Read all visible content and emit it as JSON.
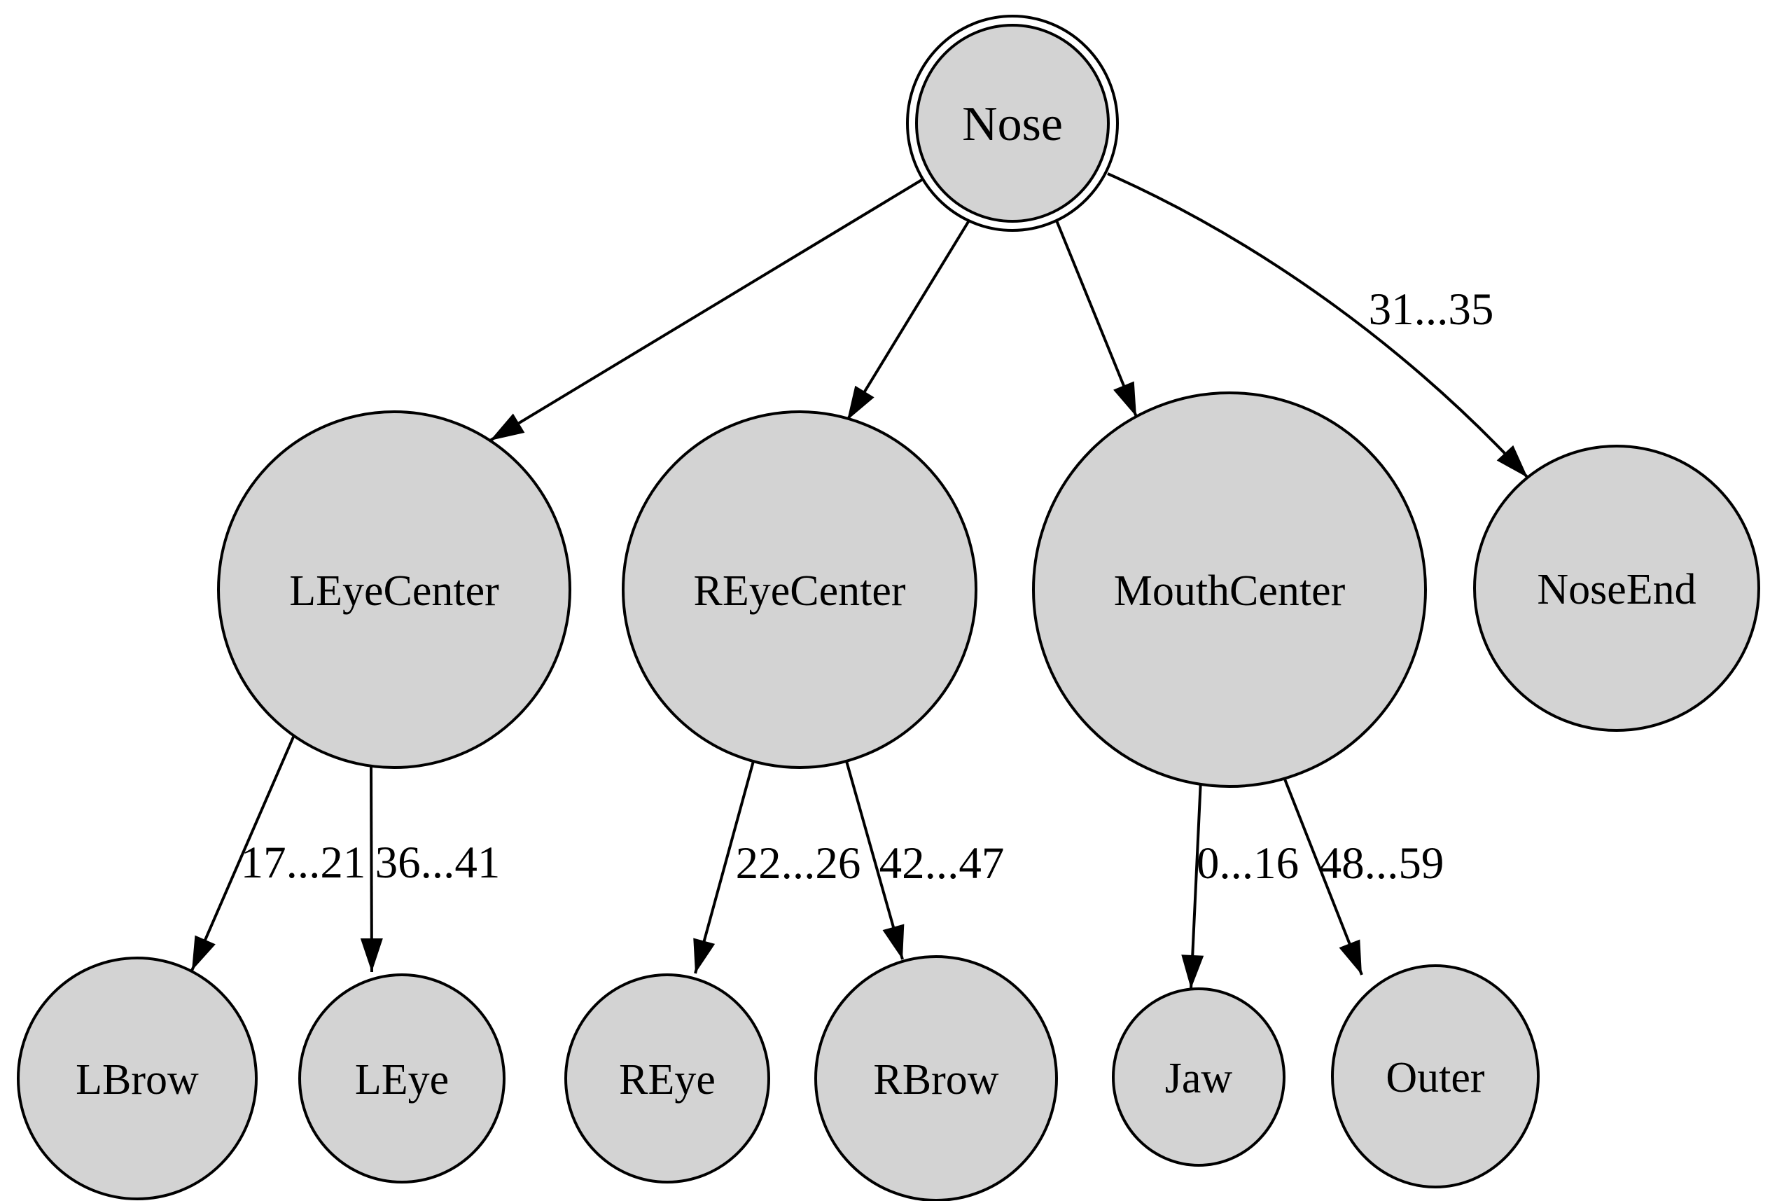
{
  "diagram": {
    "type": "tree",
    "background": "#ffffff",
    "node_fill": "#d3d3d3",
    "node_stroke": "#000000",
    "edge_color": "#000000",
    "nodes": [
      {
        "id": "Nose",
        "label": "Nose",
        "shape": "doublecircle"
      },
      {
        "id": "LEyeCenter",
        "label": "LEyeCenter",
        "shape": "circle"
      },
      {
        "id": "REyeCenter",
        "label": "REyeCenter",
        "shape": "circle"
      },
      {
        "id": "MouthCenter",
        "label": "MouthCenter",
        "shape": "circle"
      },
      {
        "id": "NoseEnd",
        "label": "NoseEnd",
        "shape": "circle"
      },
      {
        "id": "LBrow",
        "label": "LBrow",
        "shape": "circle"
      },
      {
        "id": "LEye",
        "label": "LEye",
        "shape": "circle"
      },
      {
        "id": "REye",
        "label": "REye",
        "shape": "circle"
      },
      {
        "id": "RBrow",
        "label": "RBrow",
        "shape": "circle"
      },
      {
        "id": "Jaw",
        "label": "Jaw",
        "shape": "circle"
      },
      {
        "id": "Outer",
        "label": "Outer",
        "shape": "circle"
      }
    ],
    "edges": [
      {
        "from": "Nose",
        "to": "LEyeCenter",
        "label": ""
      },
      {
        "from": "Nose",
        "to": "REyeCenter",
        "label": ""
      },
      {
        "from": "Nose",
        "to": "MouthCenter",
        "label": ""
      },
      {
        "from": "Nose",
        "to": "NoseEnd",
        "label": "31...35"
      },
      {
        "from": "LEyeCenter",
        "to": "LBrow",
        "label": "17...21"
      },
      {
        "from": "LEyeCenter",
        "to": "LEye",
        "label": "36...41"
      },
      {
        "from": "REyeCenter",
        "to": "REye",
        "label": "22...26"
      },
      {
        "from": "REyeCenter",
        "to": "RBrow",
        "label": "42...47"
      },
      {
        "from": "MouthCenter",
        "to": "Jaw",
        "label": "0...16"
      },
      {
        "from": "MouthCenter",
        "to": "Outer",
        "label": "48...59"
      }
    ]
  }
}
